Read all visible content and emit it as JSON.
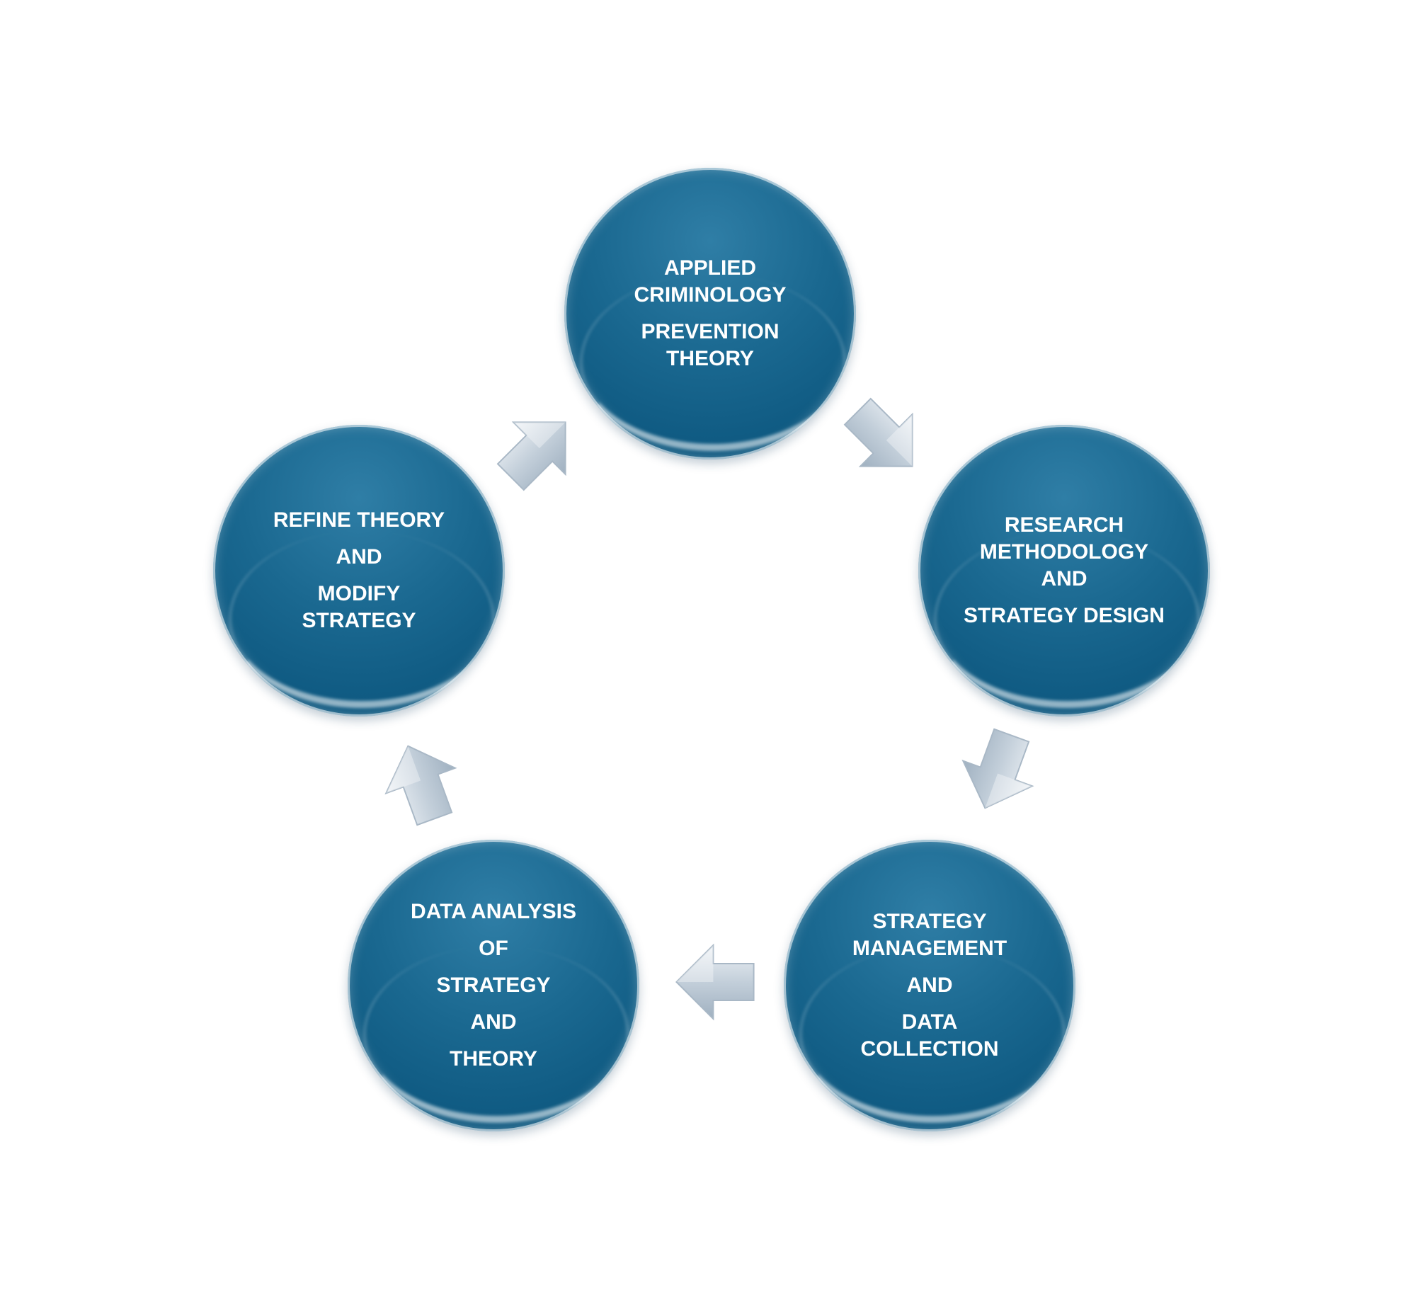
{
  "nodes": [
    {
      "lines": [
        "APPLIED",
        "CRIMINOLOGY",
        "PREVENTION",
        "THEORY"
      ]
    },
    {
      "lines": [
        "RESEARCH",
        "METHODOLOGY",
        "AND",
        "STRATEGY DESIGN"
      ]
    },
    {
      "lines": [
        "STRATEGY",
        "MANAGEMENT",
        "AND",
        "DATA",
        "COLLECTION"
      ]
    },
    {
      "lines": [
        "DATA ANALYSIS",
        "OF",
        "STRATEGY",
        "AND",
        "THEORY"
      ]
    },
    {
      "lines": [
        "REFINE THEORY",
        "AND",
        "MODIFY",
        "STRATEGY"
      ]
    }
  ],
  "colors": {
    "node_fill": "#145e86",
    "node_text": "#ffffff",
    "arrow_fill": "#c9d4de"
  }
}
